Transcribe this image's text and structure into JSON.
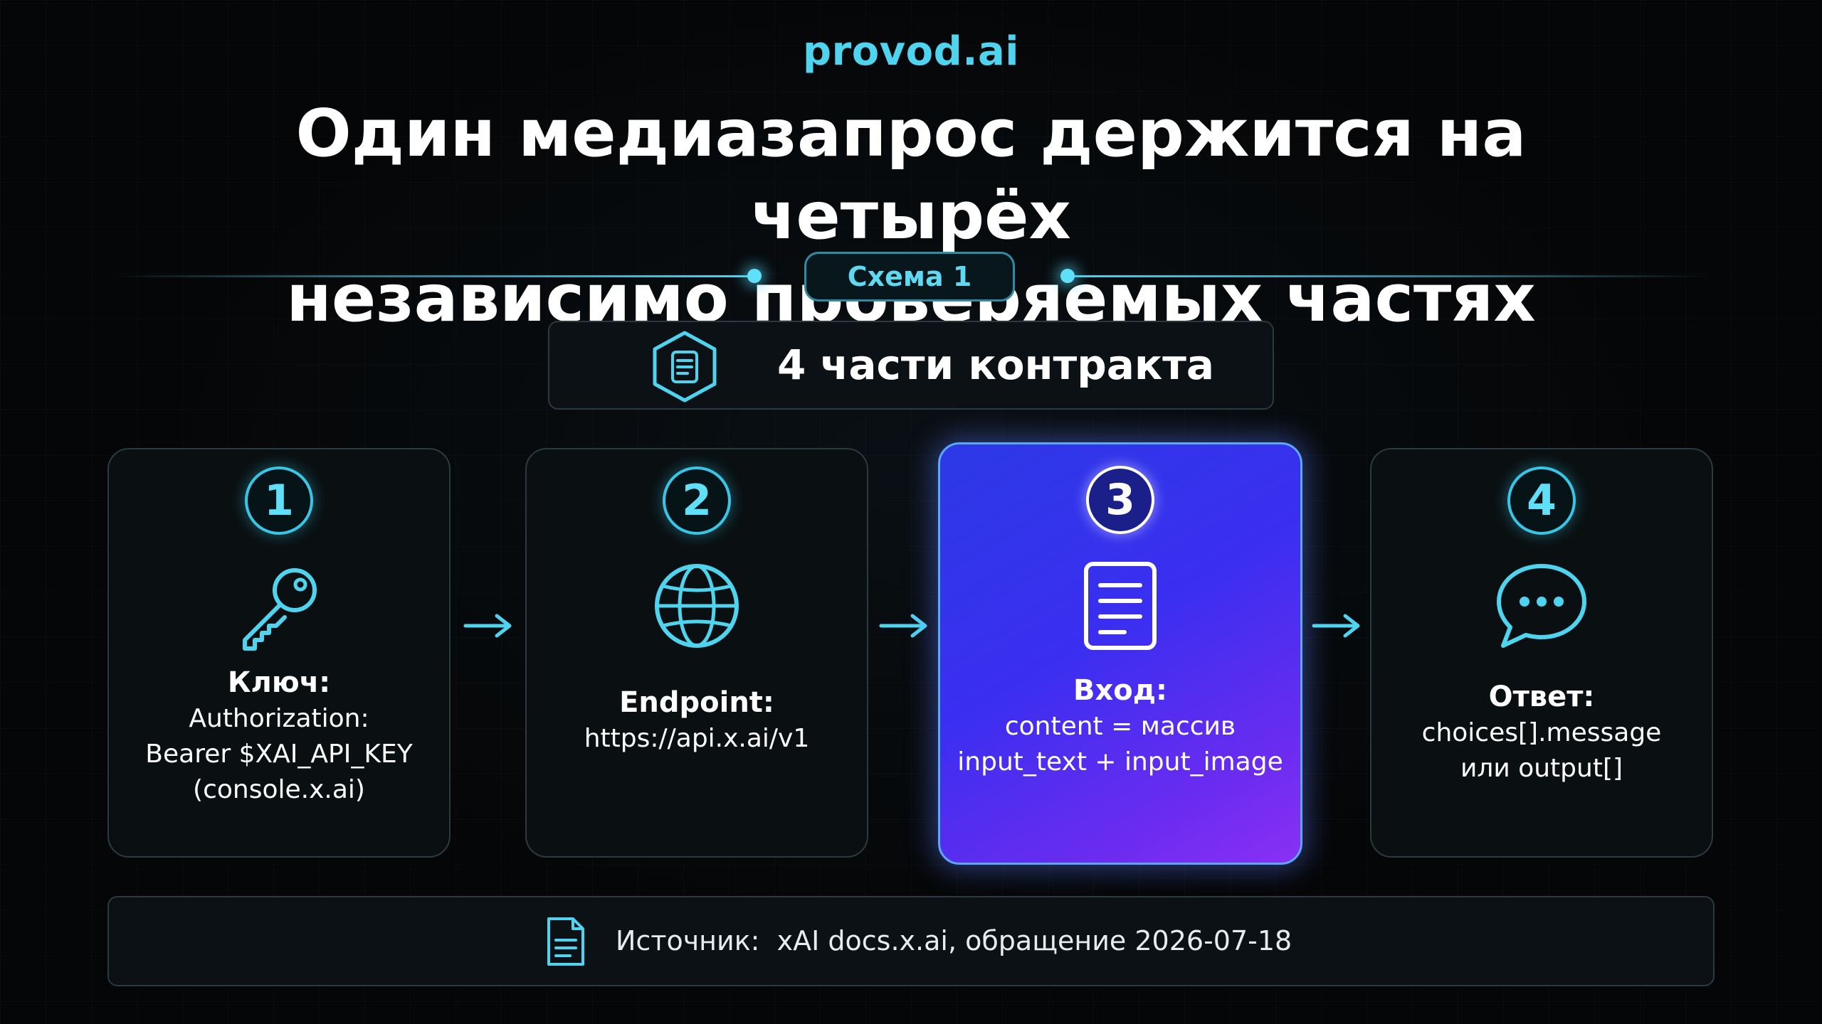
{
  "brand": "provod.ai",
  "title": {
    "line1": "Один медиазапрос держится на четырёх",
    "line2": "независимо проверяемых частях"
  },
  "schema_label": "Схема 1",
  "contract": {
    "icon": "document-hexagon-icon",
    "label": "4 части контракта"
  },
  "cards": [
    {
      "number": "1",
      "icon": "key-icon",
      "heading": "Ключ:",
      "lines": [
        "Authorization:",
        "Bearer $XAI_API_KEY",
        "(console.x.ai)"
      ]
    },
    {
      "number": "2",
      "icon": "globe-icon",
      "heading": "Endpoint:",
      "lines": [
        "https://api.x.ai/v1"
      ]
    },
    {
      "number": "3",
      "icon": "document-icon",
      "heading": "Вход:",
      "lines": [
        "content = массив",
        "input_text + input_image"
      ],
      "highlighted": true
    },
    {
      "number": "4",
      "icon": "chat-bubble-icon",
      "heading": "Ответ:",
      "lines": [
        "choices[].message",
        "или output[]"
      ]
    }
  ],
  "source": {
    "icon": "document-icon",
    "label": "Источник:",
    "text": "xAI docs.x.ai, обращение 2026-07-18"
  },
  "colors": {
    "accent": "#4fd4f0",
    "highlight_start": "#2c39e6",
    "highlight_end": "#8a30f4",
    "background": "#050607"
  }
}
